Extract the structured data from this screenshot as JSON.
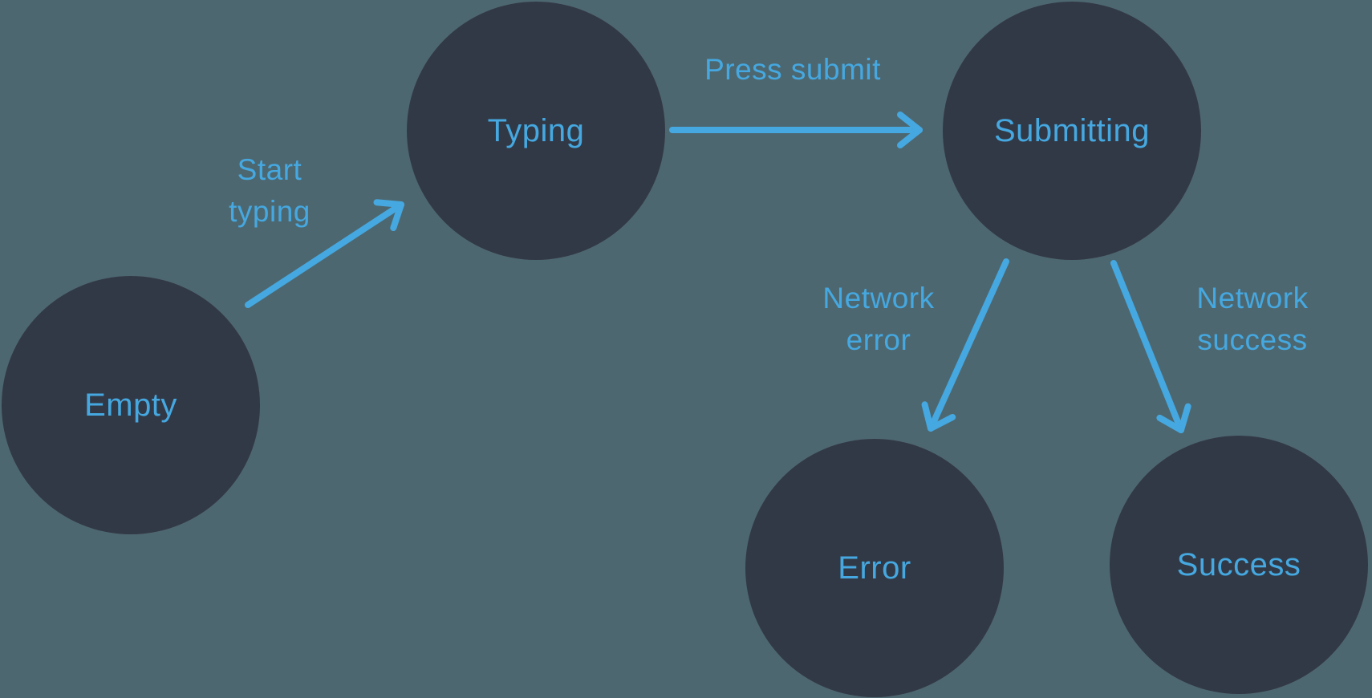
{
  "diagram": {
    "kind": "state-machine",
    "colors": {
      "background": "#4D6770",
      "node_fill": "#323946",
      "accent_blue": "#45A8E0"
    },
    "nodes": [
      {
        "id": "empty",
        "label": "Empty"
      },
      {
        "id": "typing",
        "label": "Typing"
      },
      {
        "id": "submitting",
        "label": "Submitting"
      },
      {
        "id": "error",
        "label": "Error"
      },
      {
        "id": "success",
        "label": "Success"
      }
    ],
    "edges": [
      {
        "from": "empty",
        "to": "typing",
        "label": "Start typing",
        "lines": [
          "Start",
          "typing"
        ]
      },
      {
        "from": "typing",
        "to": "submitting",
        "label": "Press submit",
        "lines": [
          "Press submit"
        ]
      },
      {
        "from": "submitting",
        "to": "error",
        "label": "Network error",
        "lines": [
          "Network",
          "error"
        ]
      },
      {
        "from": "submitting",
        "to": "success",
        "label": "Network success",
        "lines": [
          "Network",
          "success"
        ]
      }
    ]
  }
}
